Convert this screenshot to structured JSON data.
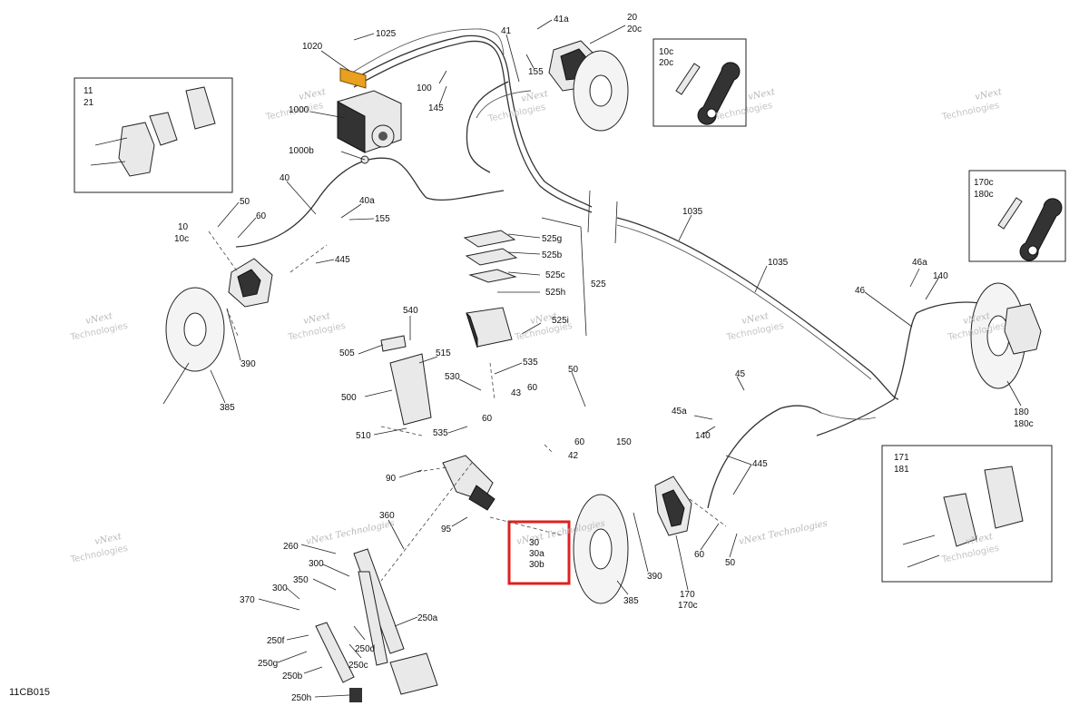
{
  "diagram_code": "11CB015",
  "watermark": {
    "line1": "vNext",
    "line2": "Technologies",
    "full": "vNext Technologies"
  },
  "labels": [
    "1025",
    "1020",
    "1000",
    "1000b",
    "41a",
    "41",
    "155",
    "100",
    "145",
    "20",
    "20c",
    "10c",
    "20c",
    "11",
    "21",
    "40",
    "40a",
    "155",
    "50",
    "60",
    "10",
    "10c",
    "445",
    "390",
    "385",
    "1035",
    "1035",
    "525g",
    "525b",
    "525c",
    "525h",
    "525",
    "525i",
    "540",
    "505",
    "515",
    "535",
    "500",
    "530",
    "510",
    "535",
    "43",
    "60",
    "50",
    "60",
    "60",
    "42",
    "150",
    "90",
    "95",
    "30",
    "30a",
    "30b",
    "45a",
    "140",
    "45",
    "445",
    "60",
    "50",
    "170",
    "170c",
    "390",
    "385",
    "360",
    "260",
    "300",
    "350",
    "370",
    "300",
    "250f",
    "250d",
    "250a",
    "250g",
    "250c",
    "250b",
    "250h",
    "170c",
    "180c",
    "46a",
    "140",
    "46",
    "180",
    "180c",
    "171",
    "181"
  ],
  "highlight_color": "#e02020"
}
